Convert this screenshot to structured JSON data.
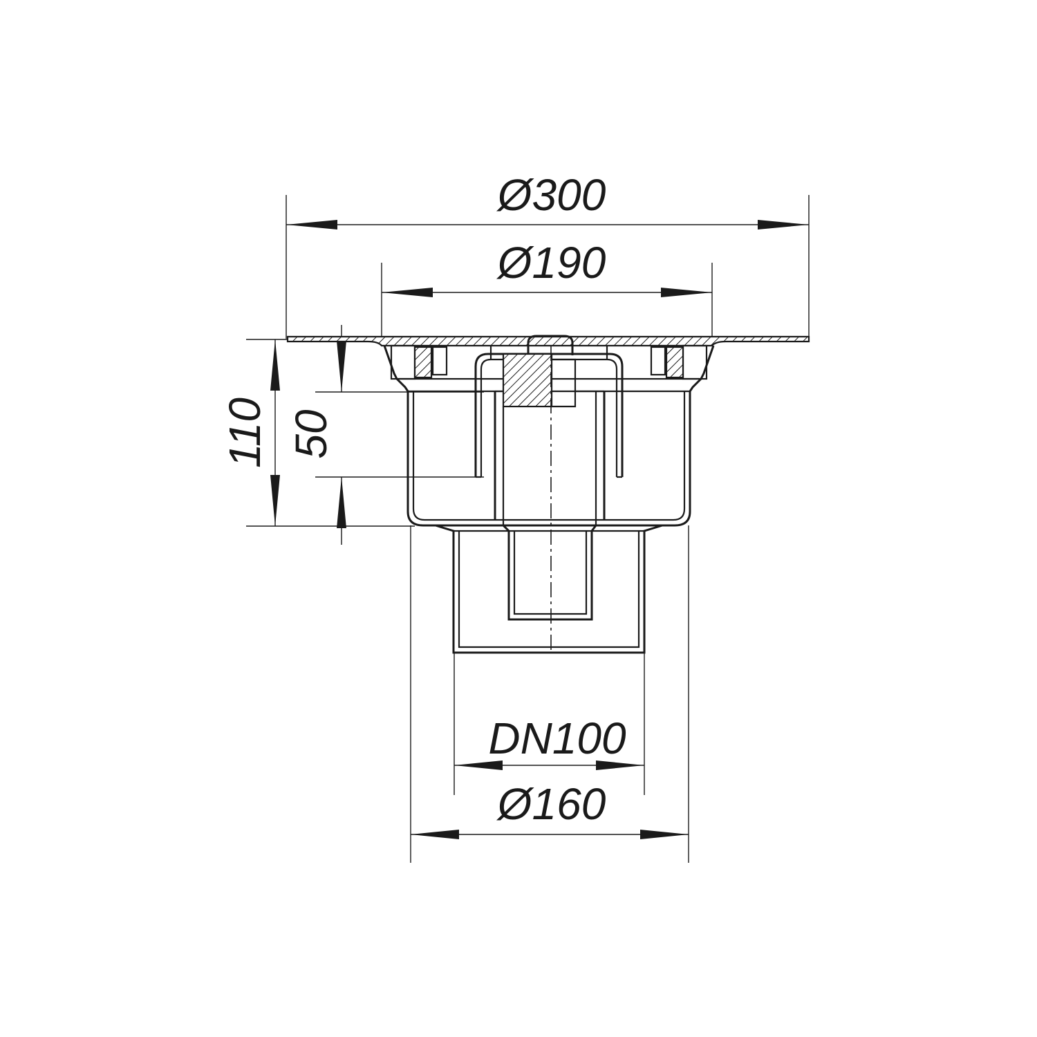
{
  "dimensions": {
    "d300": "Ø300",
    "d190": "Ø190",
    "h110": "110",
    "h50": "50",
    "dn100": "DN100",
    "d160": "Ø160"
  },
  "colors": {
    "line": "#1a1a1a",
    "background": "#ffffff"
  }
}
